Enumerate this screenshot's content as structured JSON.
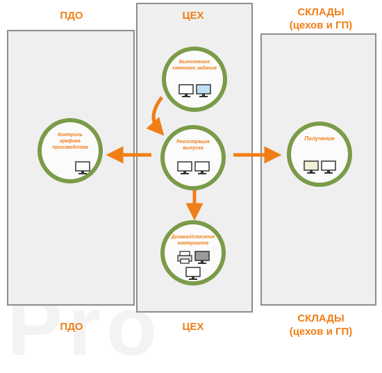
{
  "headers": {
    "left_top": "ПДО",
    "mid_top": "ЦЕХ",
    "right_top": "СКЛАДЫ\n(цехов и ГП)",
    "left_bottom": "ПДО",
    "mid_bottom": "ЦЕХ",
    "right_bottom": "СКЛАДЫ\n(цехов и ГП)"
  },
  "nodes": {
    "task": {
      "label": "Выполнение\nсменного задания",
      "icons": [
        "monitor-icon",
        "monitor-icon-blue"
      ]
    },
    "release": {
      "label": "Регистрация\nвыпуска",
      "icons": [
        "monitor-icon",
        "monitor-icon"
      ]
    },
    "control": {
      "label": "Контроль\nграфика\nпроизводства",
      "icons": [
        "monitor-icon"
      ]
    },
    "receipt": {
      "label": "Получение",
      "icons": [
        "monitor-icon-beige",
        "monitor-icon"
      ]
    },
    "materials": {
      "label": "Дозаказ/списание\nматериалов",
      "icons": [
        "printer-icon",
        "monitor-icon-grey",
        "monitor-icon"
      ]
    }
  },
  "colors": {
    "accent": "#f07e17",
    "ring": "#7a9b48",
    "panel": "#efefef",
    "border": "#8d8d8d"
  }
}
